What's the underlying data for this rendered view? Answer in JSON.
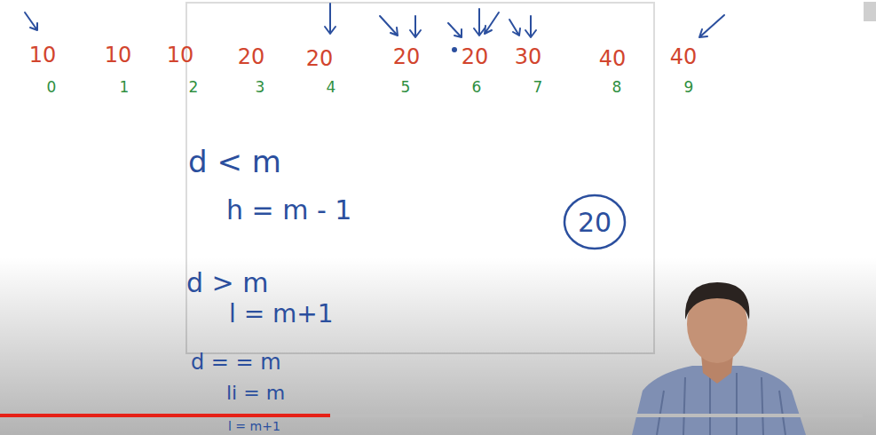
{
  "diagram": {
    "nodes": [
      {
        "text": [
          "20"
        ]
      }
    ],
    "labels": [
      "10",
      "10",
      "10",
      "20",
      "20",
      "20",
      "20",
      "30",
      "40",
      "40",
      "0",
      "1",
      "2",
      "3",
      "4",
      "5",
      "6",
      "7",
      "8",
      "9",
      "d < m",
      "h = m - 1",
      "d > m",
      "l = m+1",
      "d = = m",
      "li = m",
      "l = m+1"
    ]
  }
}
